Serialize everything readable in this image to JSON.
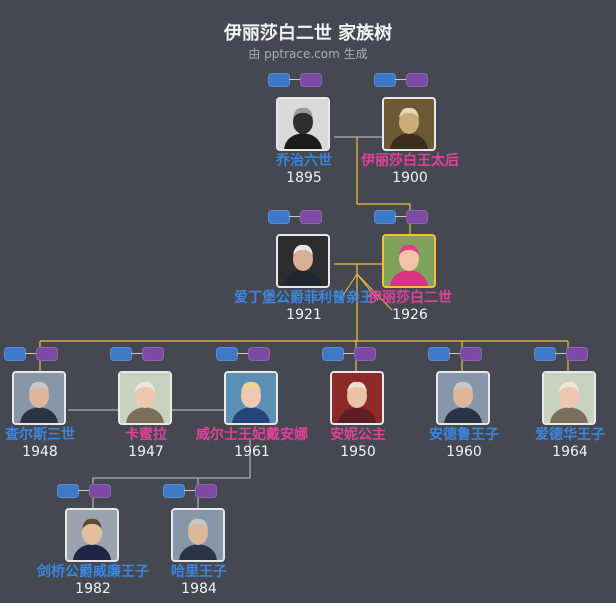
{
  "header": {
    "title": "伊丽莎白二世 家族树",
    "subtitle": "由 pptrace.com 生成"
  },
  "colors": {
    "background": "#454850",
    "male": "#3b86e0",
    "female": "#e2419b",
    "highlight_line": "#f0c238",
    "line": "#c8c8c8"
  },
  "people": [
    {
      "id": "george6",
      "name": "乔治六世",
      "year": "1895",
      "gender": "male",
      "photo": "mono",
      "selected": false
    },
    {
      "id": "queenmother",
      "name": "伊丽莎白王太后",
      "year": "1900",
      "gender": "female",
      "photo": "gold",
      "selected": false
    },
    {
      "id": "philip",
      "name": "爱丁堡公爵菲利普亲王",
      "year": "1921",
      "gender": "male",
      "photo": "dark",
      "selected": false
    },
    {
      "id": "elizabeth2",
      "name": "伊丽莎白二世",
      "year": "1926",
      "gender": "female",
      "photo": "pink",
      "selected": true
    },
    {
      "id": "charles",
      "name": "查尔斯三世",
      "year": "1948",
      "gender": "male",
      "photo": "suit",
      "selected": false
    },
    {
      "id": "camilla",
      "name": "卡蜜拉",
      "year": "1947",
      "gender": "female",
      "photo": "light",
      "selected": false
    },
    {
      "id": "diana",
      "name": "威尔士王妃戴安娜",
      "year": "1961",
      "gender": "female",
      "photo": "blue",
      "selected": false
    },
    {
      "id": "anne",
      "name": "安妮公主",
      "year": "1950",
      "gender": "female",
      "photo": "red",
      "selected": false
    },
    {
      "id": "andrew",
      "name": "安德鲁王子",
      "year": "1960",
      "gender": "male",
      "photo": "suit",
      "selected": false
    },
    {
      "id": "edward",
      "name": "爱德华王子",
      "year": "1964",
      "gender": "male",
      "photo": "light",
      "selected": false
    },
    {
      "id": "william",
      "name": "剑桥公爵威廉王子",
      "year": "1982",
      "gender": "male",
      "photo": "crowd",
      "selected": false
    },
    {
      "id": "harry",
      "name": "哈里王子",
      "year": "1984",
      "gender": "male",
      "photo": "suit",
      "selected": false
    }
  ],
  "icons": {
    "expand_parents": "expand-parents-icon",
    "expand_spouse": "expand-spouse-icon"
  }
}
